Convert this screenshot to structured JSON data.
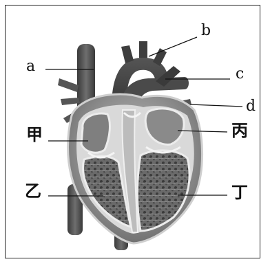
{
  "labels": {
    "a": "a",
    "b": "b",
    "c": "c",
    "d": "d",
    "jia": "甲",
    "yi": "乙",
    "bing": "丙",
    "ding": "丁"
  }
}
